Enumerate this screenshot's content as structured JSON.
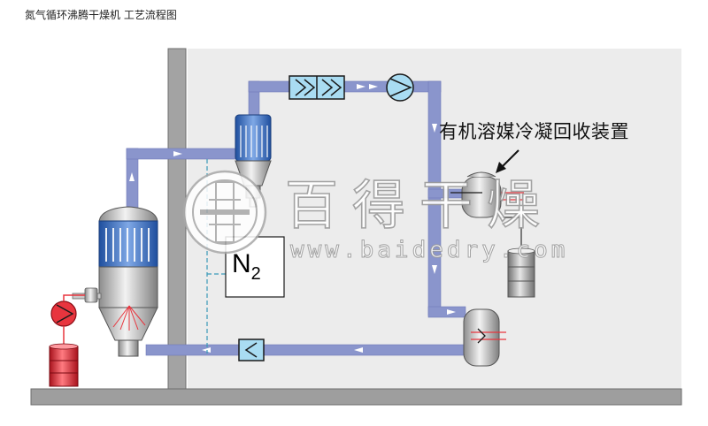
{
  "page": {
    "caption": "氮气循环沸腾干燥机  工艺流程图"
  },
  "labels": {
    "solvent_recovery": "有机溶媒冷凝回收装置",
    "nitrogen_main": "N",
    "nitrogen_sub": "2"
  },
  "watermark": {
    "brand_cn": "百得干燥",
    "url": "www.baidedry.com"
  },
  "colors": {
    "pipe": "#8a95cc",
    "wall": "#a0a0a0",
    "panel": "#ececec",
    "equipment_blue": "#3c6fc4",
    "drum_red": "#e8353e",
    "drum_gray": "#9c9c9c"
  }
}
